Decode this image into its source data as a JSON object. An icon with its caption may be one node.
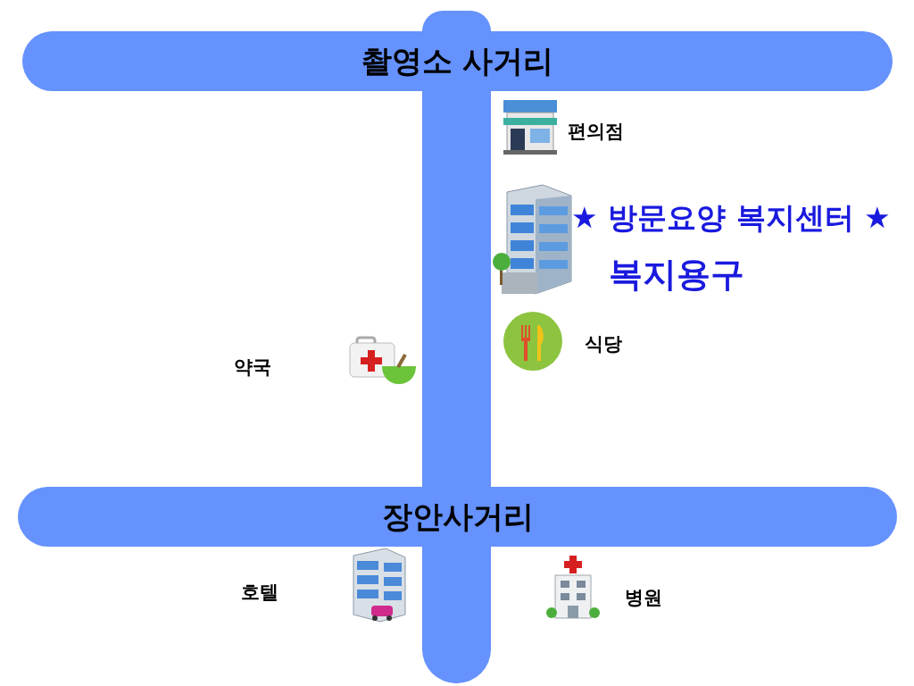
{
  "diagram": {
    "nodes": [
      {
        "text": [
          "촬영소 사거리"
        ]
      },
      {
        "text": [],
        "shape": "bar"
      },
      {
        "text": [],
        "shape": "bar"
      },
      {
        "text": [
          "장안사거리"
        ]
      },
      {
        "text": [],
        "shape": "bar"
      }
    ],
    "edges": [],
    "labels": [
      "편의점",
      "★ 방문요양 복지센터 ★",
      "복지용구",
      "식당",
      "약국",
      "호텔",
      "병원"
    ]
  }
}
